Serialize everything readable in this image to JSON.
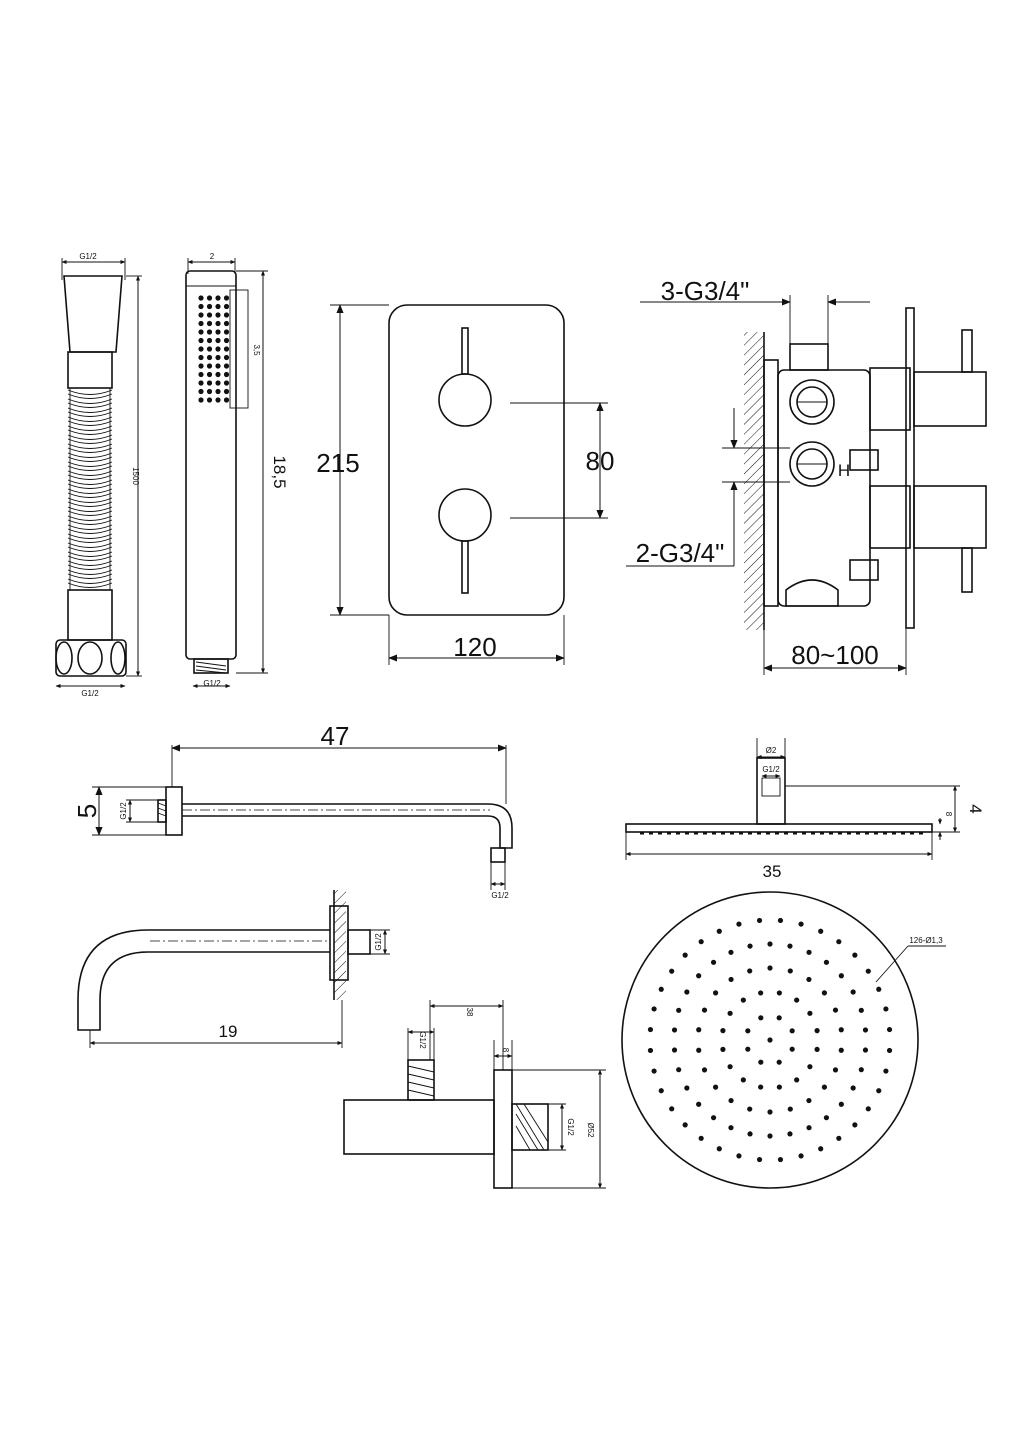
{
  "labels": {
    "hose_top": "G1/2",
    "hose_length": "1500",
    "hose_bottom": "G1/2",
    "handset_top": "2",
    "handset_holes": "3,5",
    "handset_length": "18,5",
    "handset_bottom": "G1/2",
    "plate_height": "215",
    "plate_spacing": "80",
    "plate_width": "120",
    "valve_top_port": "3-G3/4\"",
    "valve_side_port": "2-G3/4\"",
    "valve_depth": "80~100",
    "valve_h_mark": "H",
    "arm_length": "47",
    "arm_height": "5",
    "arm_thread_in": "G1/2",
    "arm_thread_out": "G1/2",
    "head_neck_dia": "Ø2",
    "head_thread": "G1/2",
    "head_thickness": "4",
    "head_thin": "8",
    "head_width": "35",
    "spout_length": "19",
    "spout_thread": "G1/2",
    "elbow_reach": "38",
    "elbow_thread_top": "G1/2",
    "elbow_plate": "8",
    "elbow_dia": "Ø52",
    "elbow_thread_side": "G1/2",
    "nozzles": "126-Ø1,3"
  }
}
